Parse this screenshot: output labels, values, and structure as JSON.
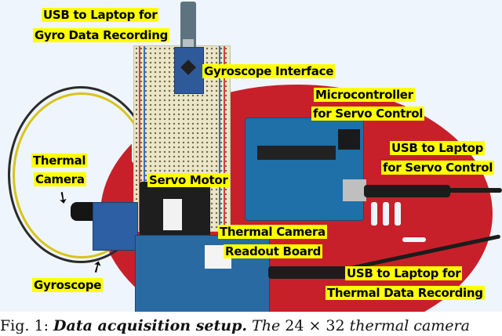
{
  "figure": {
    "labels": {
      "usb_gyro_line1": "USB to Laptop for",
      "usb_gyro_line2": "Gyro Data Recording",
      "gyro_interface": "Gyroscope Interface",
      "micro_line1": "Microcontroller",
      "micro_line2": "for Servo Control",
      "usb_servo_line1": "USB to Laptop",
      "usb_servo_line2": "for Servo Control",
      "thermal_cam_line1": "Thermal",
      "thermal_cam_line2": "Camera",
      "servo_motor": "Servo Motor",
      "readout_line1": "Thermal Camera",
      "readout_line2": "Readout Board",
      "gyroscope": "Gyroscope",
      "usb_thermal_line1": "USB to Laptop for",
      "usb_thermal_line2": "Thermal Data Recording"
    },
    "label_highlight_color": "#ffff00",
    "chassis_color": "#c8202a"
  },
  "caption": {
    "prefix": "Fig. 1: ",
    "title": "Data acquisition setup.",
    "text_start": " The ",
    "math": "24 × 32",
    "text_end": " thermal camera"
  }
}
